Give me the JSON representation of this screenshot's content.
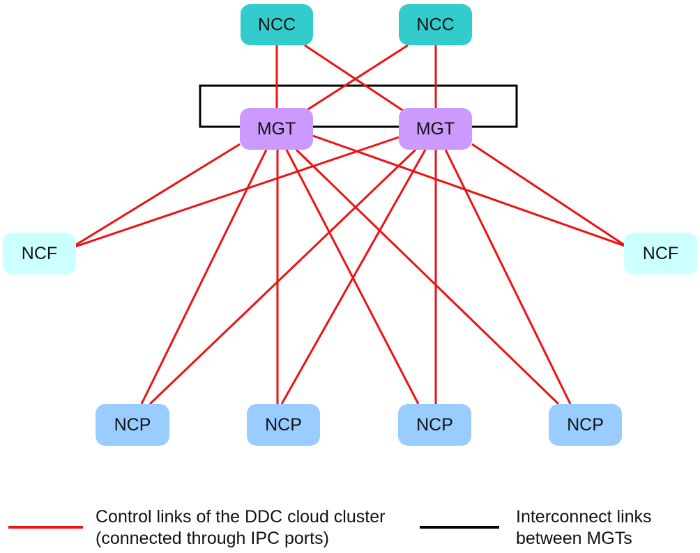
{
  "colors": {
    "control_link": "#ee1111",
    "interconnect_link": "#000000",
    "ncc": "#33cccc",
    "mgt": "#cc99ff",
    "ncf": "#ccffff",
    "ncp": "#99ccff"
  },
  "nodes": {
    "ncc_1": "NCC",
    "ncc_2": "NCC",
    "mgt_1": "MGT",
    "mgt_2": "MGT",
    "ncf_left": "NCF",
    "ncf_right": "NCF",
    "ncp_1": "NCP",
    "ncp_2": "NCP",
    "ncp_3": "NCP",
    "ncp_4": "NCP"
  },
  "links": {
    "interconnect": [
      [
        "mgt_1",
        "mgt_2"
      ]
    ],
    "control": [
      [
        "ncc_1",
        "mgt_1"
      ],
      [
        "ncc_1",
        "mgt_2"
      ],
      [
        "ncc_2",
        "mgt_1"
      ],
      [
        "ncc_2",
        "mgt_2"
      ],
      [
        "mgt_1",
        "ncf_left"
      ],
      [
        "mgt_1",
        "ncf_right"
      ],
      [
        "mgt_2",
        "ncf_left"
      ],
      [
        "mgt_2",
        "ncf_right"
      ],
      [
        "mgt_1",
        "ncp_1"
      ],
      [
        "mgt_1",
        "ncp_2"
      ],
      [
        "mgt_1",
        "ncp_3"
      ],
      [
        "mgt_1",
        "ncp_4"
      ],
      [
        "mgt_2",
        "ncp_1"
      ],
      [
        "mgt_2",
        "ncp_2"
      ],
      [
        "mgt_2",
        "ncp_3"
      ],
      [
        "mgt_2",
        "ncp_4"
      ]
    ]
  },
  "legend": {
    "control_line1": "Control links of the DDC cloud cluster",
    "control_line2": "(connected through IPC ports)",
    "interconnect_line1": "Interconnect links",
    "interconnect_line2": "between MGTs"
  }
}
